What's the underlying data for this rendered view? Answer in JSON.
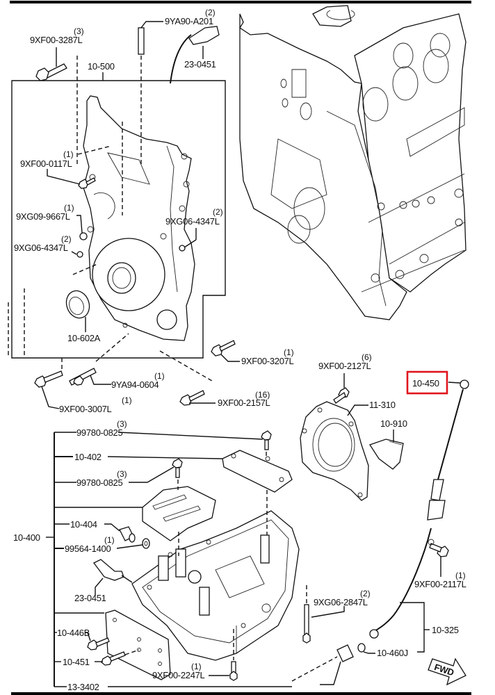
{
  "diagram": {
    "title": "Engine front cover / oil pan exploded parts diagram",
    "highlight_color": "#e0141c",
    "highlighted_part": "10-450",
    "labels": {
      "p_9XF00_3287L": {
        "part": "9XF00-3287L",
        "qty": "(3)"
      },
      "p_9YA90_A201": {
        "part": "9YA90-A201",
        "qty": "(2)"
      },
      "p_23_0451_top": {
        "part": "23-0451"
      },
      "p_10_500": {
        "part": "10-500"
      },
      "p_9XF00_0117L": {
        "part": "9XF00-0117L",
        "qty": "(1)"
      },
      "p_9XG09_9667L": {
        "part": "9XG09-9667L",
        "qty": "(1)"
      },
      "p_9XG06_4347L_left": {
        "part": "9XG06-4347L",
        "qty": "(2)"
      },
      "p_9XG06_4347L_right": {
        "part": "9XG06-4347L",
        "qty": "(2)"
      },
      "p_10_602A": {
        "part": "10-602A"
      },
      "p_9XF00_3207L": {
        "part": "9XF00-3207L",
        "qty": "(1)"
      },
      "p_9YA94_0604": {
        "part": "9YA94-0604",
        "qty": "(1)"
      },
      "p_9XF00_3007L": {
        "part": "9XF00-3007L",
        "qty": "(1)"
      },
      "p_9XF00_2157L": {
        "part": "9XF00-2157L",
        "qty": "(16)"
      },
      "p_9XF00_2127L": {
        "part": "9XF00-2127L",
        "qty": "(6)"
      },
      "p_10_450": {
        "part": "10-450"
      },
      "p_11_310": {
        "part": "11-310"
      },
      "p_10_910": {
        "part": "10-910"
      },
      "p_99780_0825_a": {
        "part": "99780-0825",
        "qty": "(3)"
      },
      "p_10_402": {
        "part": "10-402"
      },
      "p_99780_0825_b": {
        "part": "99780-0825",
        "qty": "(3)"
      },
      "p_10_404": {
        "part": "10-404"
      },
      "p_10_400": {
        "part": "10-400"
      },
      "p_99564_1400": {
        "part": "99564-1400",
        "qty": "(1)"
      },
      "p_23_0451_bottom": {
        "part": "23-0451"
      },
      "p_9XF00_2117L": {
        "part": "9XF00-2117L",
        "qty": "(1)"
      },
      "p_9XG06_2847L": {
        "part": "9XG06-2847L",
        "qty": "(2)"
      },
      "p_10_325": {
        "part": "10-325"
      },
      "p_10_446B": {
        "part": "10-446B"
      },
      "p_10_451": {
        "part": "10-451"
      },
      "p_10_460J": {
        "part": "10-460J"
      },
      "p_9XF00_2247L": {
        "part": "9XF00-2247L",
        "qty": "(1)"
      },
      "p_13_3402": {
        "part": "13-3402"
      }
    },
    "fwd_arrow": {
      "text": "FWD"
    }
  }
}
